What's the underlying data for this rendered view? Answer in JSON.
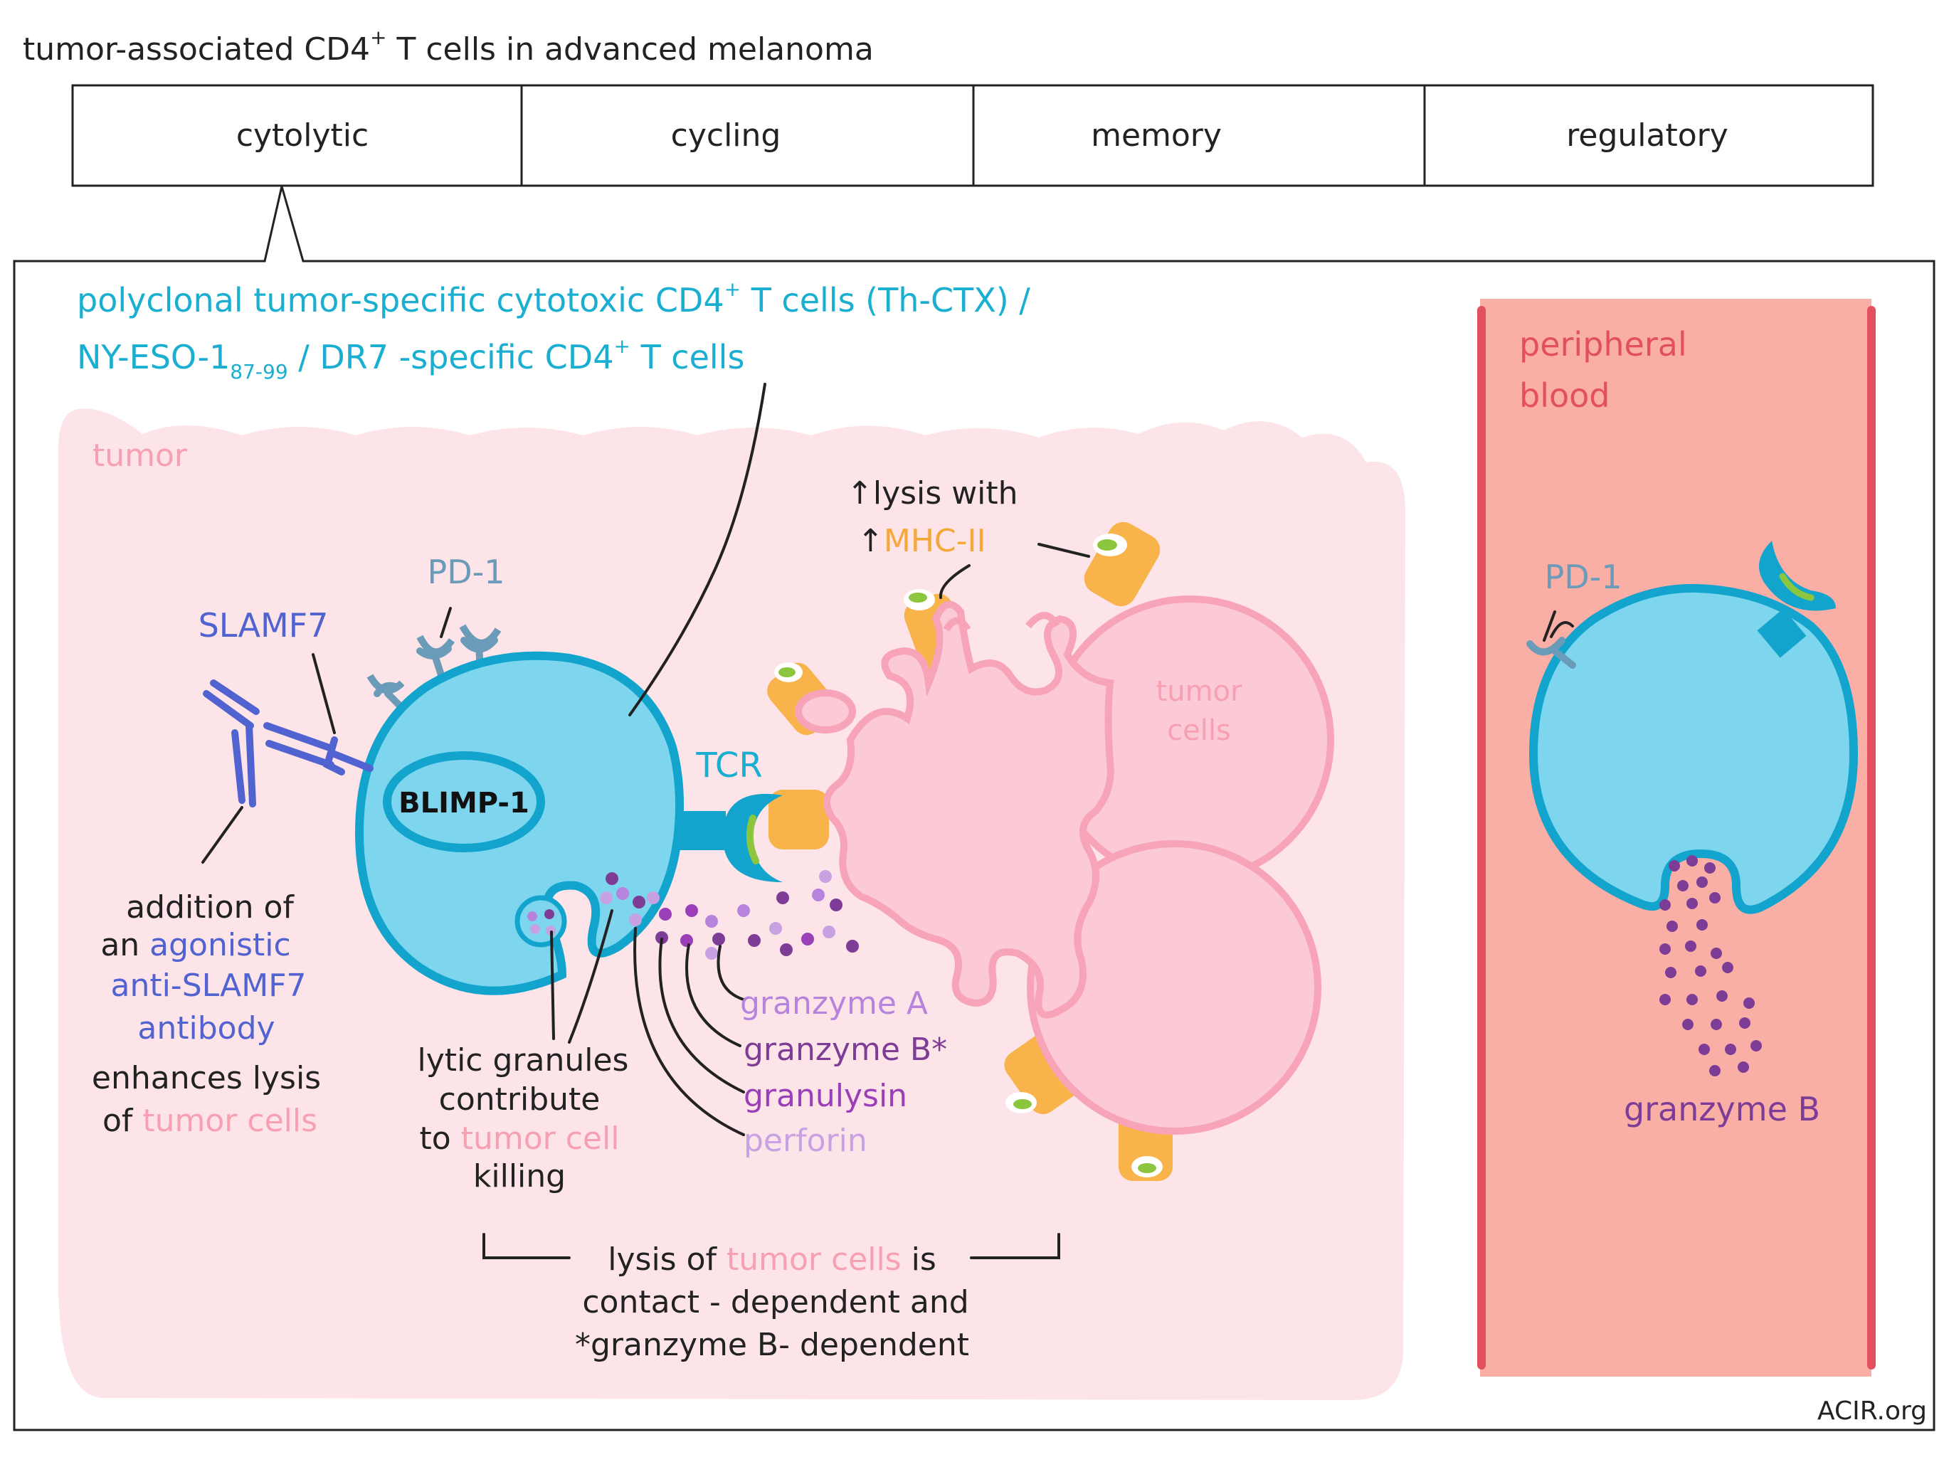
{
  "title": {
    "main": "tumor-associated CD4",
    "sup": "+",
    "rest": " T cells in advanced melanoma"
  },
  "tabs": [
    {
      "label": "cytolytic"
    },
    {
      "label": "cycling"
    },
    {
      "label": "memory"
    },
    {
      "label": "regulatory"
    }
  ],
  "subtitle": {
    "line1_a": "polyclonal tumor-specific cytotoxic CD4",
    "line1_sup": "+",
    "line1_b": " T cells (Th-CTX) /",
    "line2_a": "NY-ESO-1",
    "line2_sub": "87-99",
    "line2_b": " / DR7 -specific CD4",
    "line2_sup": "+",
    "line2_c": " T cells"
  },
  "labels": {
    "tumor_region": "tumor",
    "peripheral_line1": "peripheral",
    "peripheral_line2": "blood",
    "pd1_left": "PD-1",
    "pd1_right": "PD-1",
    "slamf7": "SLAMF7",
    "blimp1": "BLIMP-1",
    "tcr": "TCR",
    "lysis_line1": "↑lysis with",
    "lysis_arrow": "↑",
    "mhc": "MHC-II",
    "tumor_cells_line1": "tumor",
    "tumor_cells_line2": "cells",
    "granzyme_a": "granzyme A",
    "granzyme_b_star": "granzyme B*",
    "granulysin": "granulysin",
    "perforin": "perforin",
    "granzyme_b_right": "granzyme B",
    "footer": "ACIR.org"
  },
  "addition_note": {
    "l1": "addition of",
    "l2_a": "an ",
    "l2_b": "agonistic",
    "l3": "anti-SLAMF7",
    "l4": "antibody",
    "l5": "enhances lysis",
    "l6_a": "of ",
    "l6_b": "tumor cells"
  },
  "granules_note": {
    "l1": "lytic granules",
    "l2": "contribute",
    "l3_a": "to ",
    "l3_b": "tumor cell",
    "l4": "killing"
  },
  "lysis_note": {
    "l1_a": "lysis of ",
    "l1_b": "tumor cells",
    "l1_c": " is",
    "l2": "contact - dependent and",
    "l3": "*granzyme B- dependent"
  },
  "colors": {
    "cyan_text": "#1aaed1",
    "t_cell_fill": "#7dd6ee",
    "t_cell_stroke": "#12a4cc",
    "tumor_bg": "#fde4e8",
    "tumor_label": "#f6a0b2",
    "tumor_cell_fill": "#fccad6",
    "tumor_cell_stroke": "#f7a3b8",
    "blood_fill": "#f9aea6",
    "blood_wall": "#e2505f",
    "blood_label": "#e2505f",
    "pd1": "#6a9bb8",
    "slamf7": "#5163d0",
    "mhc": "#f8b34a",
    "mhc_text": "#f5a83a",
    "peptide": "#8cc63f",
    "granzyme_a": "#b784dd",
    "granzyme_b": "#7d3d96",
    "granulysin": "#9a3fb8",
    "perforin": "#c6a2e2"
  }
}
